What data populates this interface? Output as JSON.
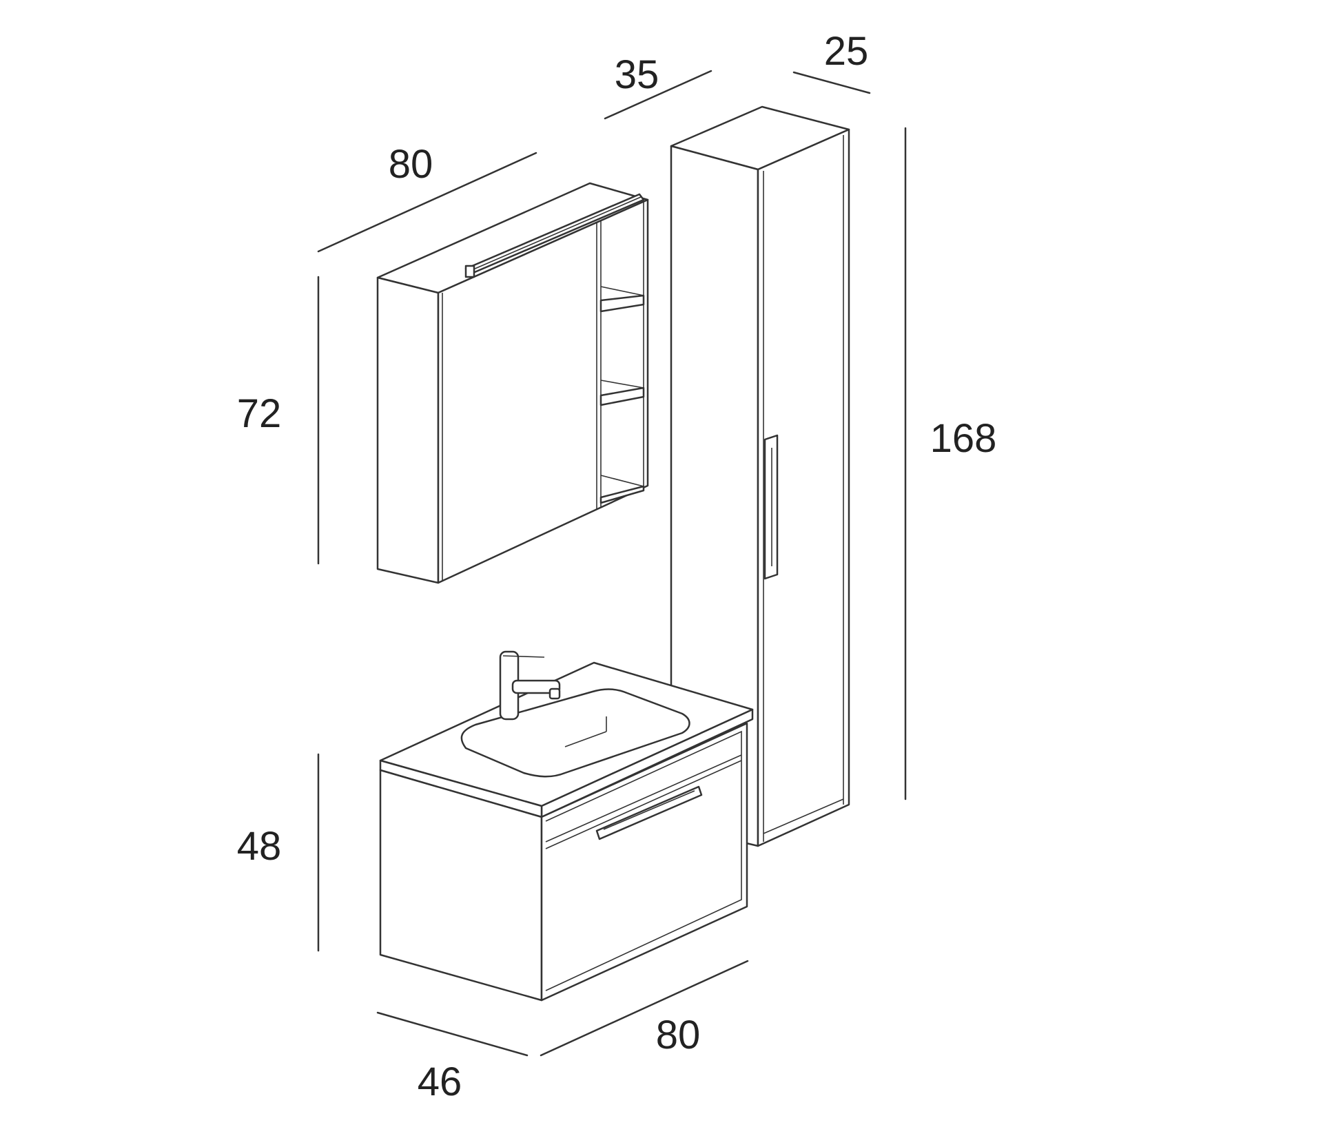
{
  "dimensions": {
    "mirror_cabinet_width": "80",
    "mirror_cabinet_height": "72",
    "mirror_cabinet_depth": "35",
    "column_depth": "25",
    "column_height": "168",
    "vanity_height": "48",
    "vanity_depth": "46",
    "vanity_width": "80"
  },
  "colors": {
    "line": "#333333",
    "text": "#222222",
    "background": "#ffffff"
  }
}
